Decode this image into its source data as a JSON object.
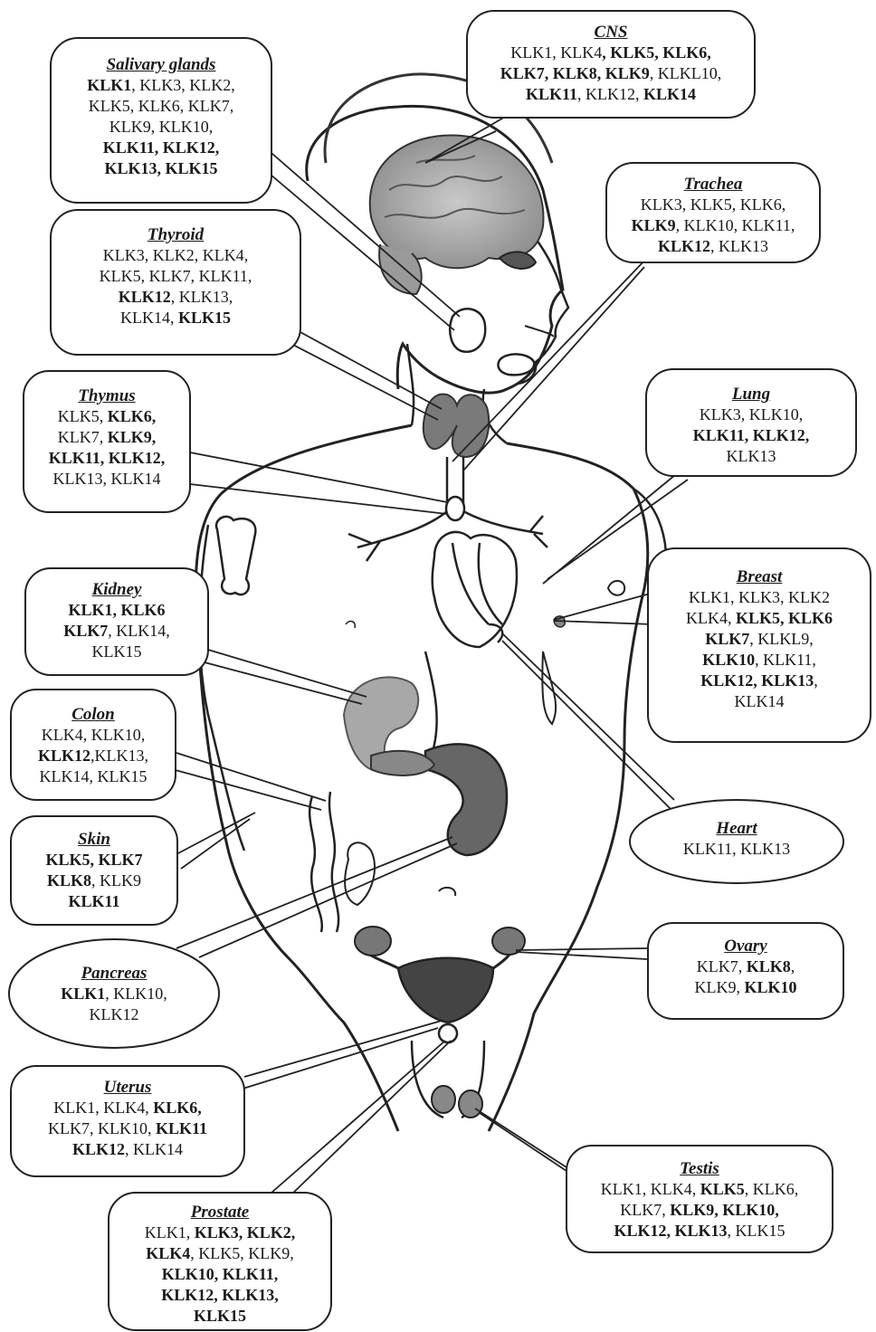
{
  "tissues": {
    "cns": {
      "title": "CNS",
      "lines": [
        [
          [
            "KLK1, KLK4",
            0
          ],
          [
            ", KLK5, KLK6,",
            1
          ]
        ],
        [
          [
            "KLK7, KLK8, KLK9",
            1
          ],
          [
            ", KLKL10,",
            0
          ]
        ],
        [
          [
            "KLK11",
            1
          ],
          [
            ", KLK12, ",
            0
          ],
          [
            "KLK14",
            1
          ]
        ]
      ]
    },
    "salivary": {
      "title": "Salivary glands",
      "lines": [
        [
          [
            "KLK1",
            1
          ],
          [
            ", KLK3, KLK2,",
            0
          ]
        ],
        [
          [
            "KLK5, KLK6, KLK7,",
            0
          ]
        ],
        [
          [
            "KLK9, KLK10,",
            0
          ]
        ],
        [
          [
            "KLK11, KLK12,",
            1
          ]
        ],
        [
          [
            "KLK13, KLK15",
            1
          ]
        ]
      ]
    },
    "trachea": {
      "title": "Trachea",
      "lines": [
        [
          [
            "KLK3, KLK5, KLK6,",
            0
          ]
        ],
        [
          [
            "KLK9",
            1
          ],
          [
            ", KLK10, KLK11,",
            0
          ]
        ],
        [
          [
            "KLK12",
            1
          ],
          [
            ", KLK13",
            0
          ]
        ]
      ]
    },
    "thyroid": {
      "title": "Thyroid",
      "lines": [
        [
          [
            "KLK3, KLK2, KLK4,",
            0
          ]
        ],
        [
          [
            "KLK5, KLK7, KLK11,",
            0
          ]
        ],
        [
          [
            "KLK12",
            1
          ],
          [
            ", KLK13,",
            0
          ]
        ],
        [
          [
            "KLK14, ",
            0
          ],
          [
            "KLK15",
            1
          ]
        ]
      ]
    },
    "thymus": {
      "title": "Thymus",
      "lines": [
        [
          [
            "KLK5, ",
            0
          ],
          [
            "KLK6,",
            1
          ]
        ],
        [
          [
            "KLK7, ",
            0
          ],
          [
            "KLK9,",
            1
          ]
        ],
        [
          [
            "KLK11, KLK12,",
            1
          ]
        ],
        [
          [
            "KLK13, KLK14",
            0
          ]
        ]
      ]
    },
    "lung": {
      "title": "Lung",
      "lines": [
        [
          [
            "KLK3, KLK10,",
            0
          ]
        ],
        [
          [
            "KLK11, KLK12,",
            1
          ]
        ],
        [
          [
            "KLK13",
            0
          ]
        ]
      ]
    },
    "kidney": {
      "title": "Kidney",
      "lines": [
        [
          [
            "KLK1, KLK6",
            1
          ]
        ],
        [
          [
            "KLK7",
            1
          ],
          [
            ", KLK14,",
            0
          ]
        ],
        [
          [
            "KLK15",
            0
          ]
        ]
      ]
    },
    "breast": {
      "title": "Breast",
      "lines": [
        [
          [
            "KLK1, KLK3, KLK2",
            0
          ]
        ],
        [
          [
            "KLK4, ",
            0
          ],
          [
            "KLK5, KLK6",
            1
          ]
        ],
        [
          [
            "KLK7",
            1
          ],
          [
            ", KLKL9,",
            0
          ]
        ],
        [
          [
            "KLK10",
            1
          ],
          [
            ", KLK11,",
            0
          ]
        ],
        [
          [
            "KLK12, KLK13",
            1
          ],
          [
            ",",
            0
          ]
        ],
        [
          [
            "KLK14",
            0
          ]
        ]
      ]
    },
    "colon": {
      "title": "Colon",
      "lines": [
        [
          [
            "KLK4, KLK10,",
            0
          ]
        ],
        [
          [
            "KLK12",
            1
          ],
          [
            ",KLK13,",
            0
          ]
        ],
        [
          [
            "KLK14, KLK15",
            0
          ]
        ]
      ]
    },
    "skin": {
      "title": "Skin",
      "lines": [
        [
          [
            "KLK5, KLK7",
            1
          ]
        ],
        [
          [
            "KLK8",
            1
          ],
          [
            ", KLK9",
            0
          ]
        ],
        [
          [
            "KLK11",
            1
          ]
        ]
      ]
    },
    "heart": {
      "title": "Heart",
      "lines": [
        [
          [
            "KLK11, KLK13",
            0
          ]
        ]
      ]
    },
    "pancreas": {
      "title": "Pancreas",
      "lines": [
        [
          [
            "KLK1",
            1
          ],
          [
            ", KLK10,",
            0
          ]
        ],
        [
          [
            "KLK12",
            0
          ]
        ]
      ]
    },
    "ovary": {
      "title": "Ovary",
      "lines": [
        [
          [
            "KLK7, ",
            0
          ],
          [
            "KLK8",
            1
          ],
          [
            ",",
            0
          ]
        ],
        [
          [
            "KLK9, ",
            0
          ],
          [
            "KLK10",
            1
          ]
        ]
      ]
    },
    "uterus": {
      "title": "Uterus",
      "lines": [
        [
          [
            "KLK1, KLK4, ",
            0
          ],
          [
            "KLK6,",
            1
          ]
        ],
        [
          [
            "KLK7, KLK10, ",
            0
          ],
          [
            "KLK11",
            1
          ]
        ],
        [
          [
            "KLK12",
            1
          ],
          [
            ", KLK14",
            0
          ]
        ]
      ]
    },
    "testis": {
      "title": "Testis",
      "lines": [
        [
          [
            "KLK1, KLK4, ",
            0
          ],
          [
            "KLK5",
            1
          ],
          [
            ", KLK6,",
            0
          ]
        ],
        [
          [
            "KLK7, ",
            0
          ],
          [
            "KLK9, KLK10,",
            1
          ]
        ],
        [
          [
            "KLK12, KLK13",
            1
          ],
          [
            ", KLK15",
            0
          ]
        ]
      ]
    },
    "prostate": {
      "title": "Prostate",
      "lines": [
        [
          [
            "KLK1, ",
            0
          ],
          [
            "KLK3, KLK2,",
            1
          ]
        ],
        [
          [
            "KLK4",
            1
          ],
          [
            ", KLK5, KLK9,",
            0
          ]
        ],
        [
          [
            "KLK10, KLK11,",
            1
          ]
        ],
        [
          [
            "KLK12, KLK13,",
            1
          ]
        ],
        [
          [
            "KLK15",
            1
          ]
        ]
      ]
    }
  }
}
